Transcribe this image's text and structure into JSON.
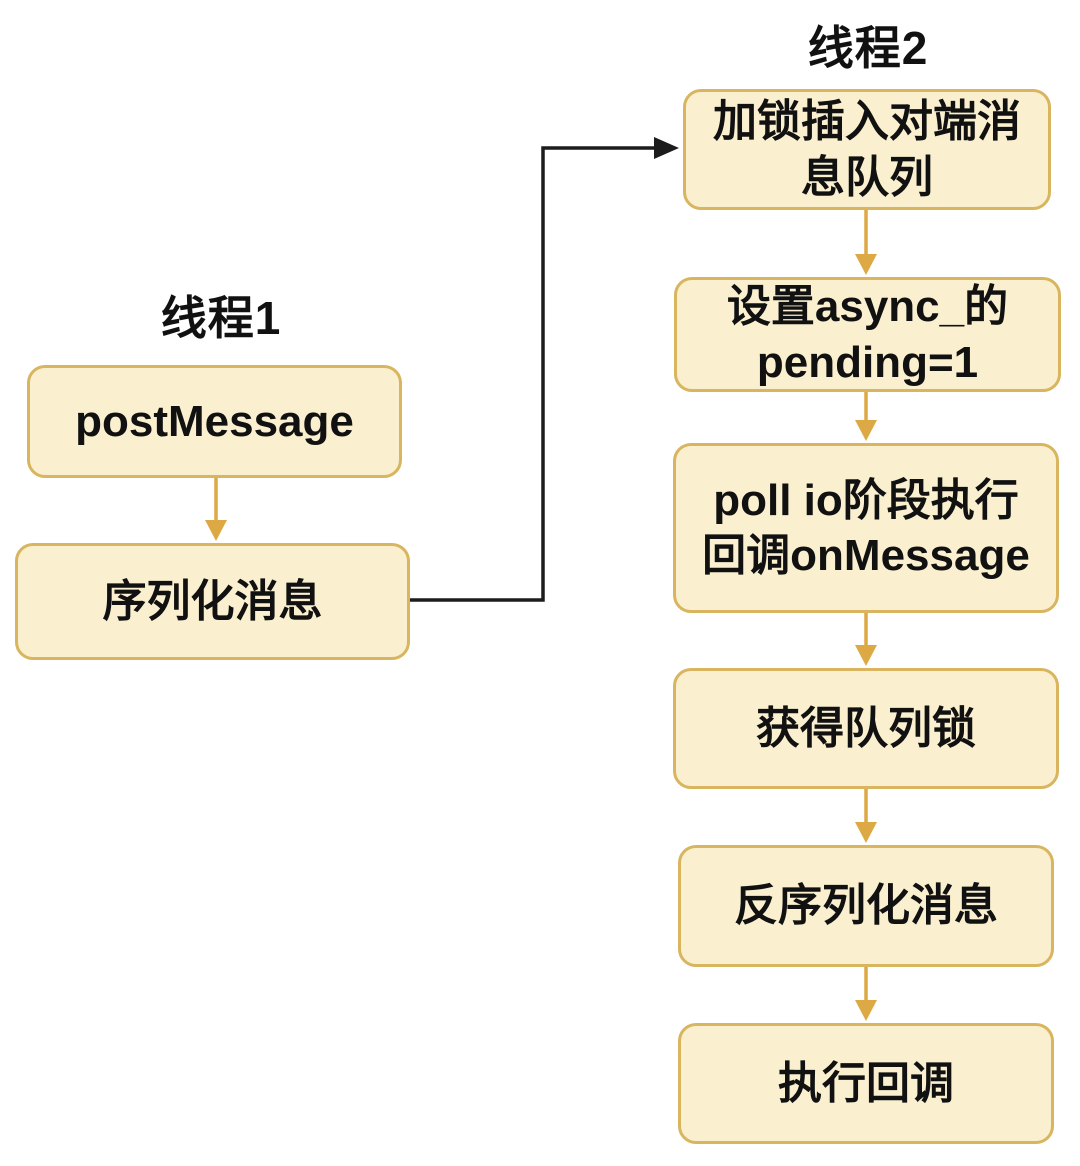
{
  "diagram": {
    "threads": [
      {
        "id": "thread1",
        "title": "线程1",
        "steps": [
          {
            "label": "postMessage"
          },
          {
            "label": "序列化消息"
          }
        ]
      },
      {
        "id": "thread2",
        "title": "线程2",
        "steps": [
          {
            "label": "加锁插入对端消\n息队列"
          },
          {
            "label": "设置async_的\npending=1"
          },
          {
            "label": "poll io阶段执行\n回调onMessage"
          },
          {
            "label": "获得队列锁"
          },
          {
            "label": "反序列化消息"
          },
          {
            "label": "执行回调"
          }
        ]
      }
    ],
    "edges": [
      {
        "from": "postMessage",
        "to": "序列化消息",
        "style": "gold-arrow-down"
      },
      {
        "from": "序列化消息",
        "to": "加锁插入对端消息队列",
        "style": "black-arrow-right-angle"
      },
      {
        "from": "加锁插入对端消息队列",
        "to": "设置async_的pending=1",
        "style": "gold-arrow-down"
      },
      {
        "from": "设置async_的pending=1",
        "to": "poll io阶段执行回调onMessage",
        "style": "gold-arrow-down"
      },
      {
        "from": "poll io阶段执行回调onMessage",
        "to": "获得队列锁",
        "style": "gold-arrow-down"
      },
      {
        "from": "获得队列锁",
        "to": "反序列化消息",
        "style": "gold-arrow-down"
      },
      {
        "from": "反序列化消息",
        "to": "执行回调",
        "style": "gold-arrow-down"
      }
    ],
    "colors": {
      "box_fill": "#FAF0D0",
      "box_border": "#D8B55E",
      "arrow_gold": "#DCA945",
      "arrow_black": "#1C1C1C",
      "background": "#FFFFFF",
      "text": "#111111"
    }
  }
}
